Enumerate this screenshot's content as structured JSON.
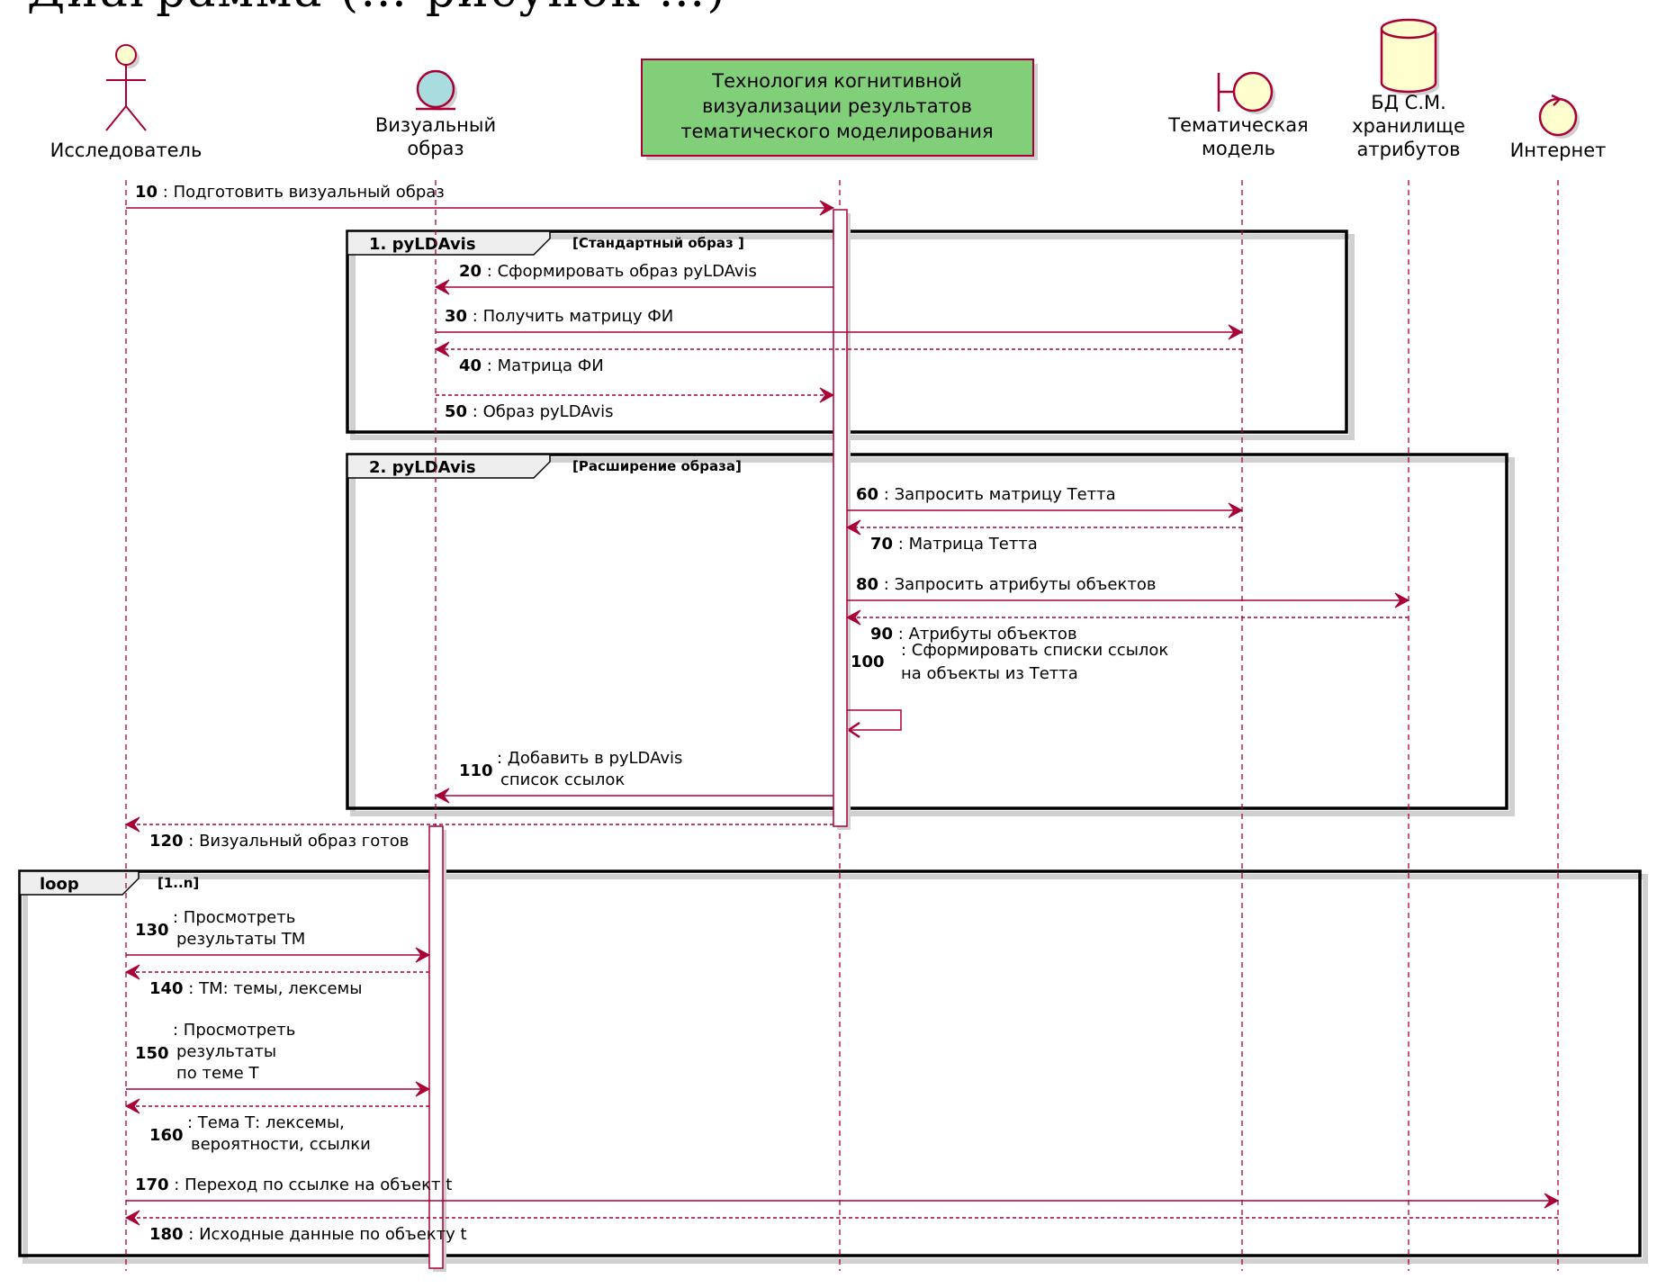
{
  "page_title_clipped": "Диаграмма (… рисунок …)",
  "colors": {
    "line": "#A80036",
    "actor_fill": "#FEFECE",
    "entity_fill": "#A9DCDF",
    "box_fill": "#82CF7A",
    "group_tab": "#EEEEEE",
    "shadow": "#D0D0D0"
  },
  "participants": [
    {
      "id": "researcher",
      "type": "actor",
      "icon": "actor-icon",
      "label": [
        "Исследователь"
      ]
    },
    {
      "id": "visual",
      "type": "entity",
      "icon": "entity-icon",
      "label": [
        "Визуальный",
        "образ"
      ]
    },
    {
      "id": "tech",
      "type": "participant",
      "icon": "box",
      "label": [
        "Технология когнитивной",
        "визуализации результатов",
        "тематического моделирования"
      ]
    },
    {
      "id": "model",
      "type": "boundary",
      "icon": "boundary-icon",
      "label": [
        "Тематическая",
        "модель"
      ]
    },
    {
      "id": "db",
      "type": "database",
      "icon": "database-icon",
      "label": [
        "БД С.М.",
        "хранилище",
        "атрибутов"
      ]
    },
    {
      "id": "internet",
      "type": "control",
      "icon": "control-icon",
      "label": [
        "Интернет"
      ]
    }
  ],
  "groups": [
    {
      "kind": "group",
      "name": "1. pyLDAvis",
      "condition": "[Стандартный образ ]"
    },
    {
      "kind": "group",
      "name": "2. pyLDAvis",
      "condition": "[Расширение образа]"
    },
    {
      "kind": "loop",
      "name": "loop",
      "condition": "[1..n]"
    }
  ],
  "messages": [
    {
      "num": "10",
      "from": "researcher",
      "to": "tech",
      "style": "sync",
      "text": [
        ": Подготовить визуальный образ"
      ]
    },
    {
      "num": "20",
      "from": "tech",
      "to": "visual",
      "style": "sync",
      "text": [
        ": Сформировать образ pyLDAvis"
      ]
    },
    {
      "num": "30",
      "from": "visual",
      "to": "model",
      "style": "sync",
      "text": [
        ": Получить матрицу ФИ"
      ]
    },
    {
      "num": "40",
      "from": "model",
      "to": "visual",
      "style": "reply",
      "text": [
        ": Матрица ФИ"
      ]
    },
    {
      "num": "50",
      "from": "visual",
      "to": "tech",
      "style": "reply",
      "text": [
        ": Образ pyLDAvis"
      ]
    },
    {
      "num": "60",
      "from": "tech",
      "to": "model",
      "style": "sync",
      "text": [
        ": Запросить матрицу Тетта"
      ]
    },
    {
      "num": "70",
      "from": "model",
      "to": "tech",
      "style": "reply",
      "text": [
        ": Матрица Тетта"
      ]
    },
    {
      "num": "80",
      "from": "tech",
      "to": "db",
      "style": "sync",
      "text": [
        ": Запросить атрибуты объектов"
      ]
    },
    {
      "num": "90",
      "from": "db",
      "to": "tech",
      "style": "reply",
      "text": [
        ": Атрибуты объектов"
      ]
    },
    {
      "num": "100",
      "from": "tech",
      "to": "tech",
      "style": "self",
      "text": [
        ": Сформировать списки ссылок",
        "на объекты из Тетта"
      ]
    },
    {
      "num": "110",
      "from": "tech",
      "to": "visual",
      "style": "sync",
      "text": [
        ": Добавить в pyLDAvis",
        "список ссылок"
      ]
    },
    {
      "num": "120",
      "from": "tech",
      "to": "researcher",
      "style": "reply",
      "text": [
        ": Визуальный образ готов"
      ]
    },
    {
      "num": "130",
      "from": "researcher",
      "to": "visual",
      "style": "sync",
      "text": [
        ": Просмотреть",
        "результаты ТМ"
      ]
    },
    {
      "num": "140",
      "from": "visual",
      "to": "researcher",
      "style": "reply",
      "text": [
        ": ТМ: темы, лексемы"
      ]
    },
    {
      "num": "150",
      "from": "researcher",
      "to": "visual",
      "style": "sync",
      "text": [
        ": Просмотреть",
        "результаты",
        "по теме Т"
      ]
    },
    {
      "num": "160",
      "from": "visual",
      "to": "researcher",
      "style": "reply",
      "text": [
        ": Тема Т: лексемы,",
        "вероятности, ссылки"
      ]
    },
    {
      "num": "170",
      "from": "researcher",
      "to": "internet",
      "style": "sync",
      "text": [
        ": Переход по ссылке на объект t"
      ]
    },
    {
      "num": "180",
      "from": "internet",
      "to": "researcher",
      "style": "reply",
      "text": [
        ": Исходные данные по объекту t"
      ]
    }
  ]
}
